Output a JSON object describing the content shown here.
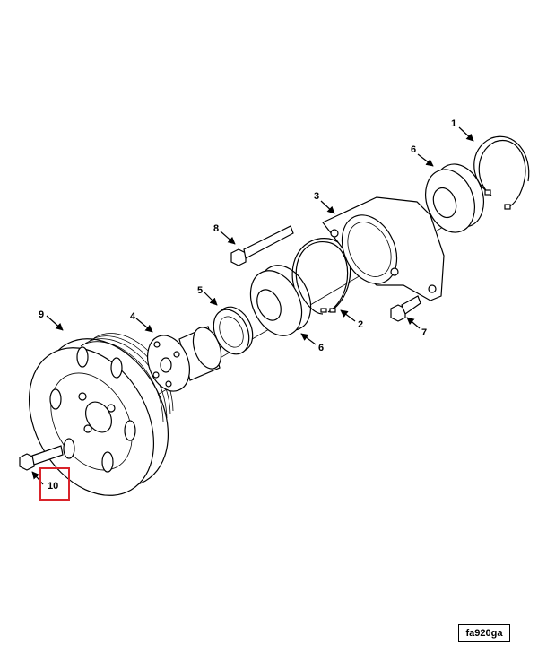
{
  "figure_id": "fa920ga",
  "callouts": [
    {
      "key": "c1",
      "label": "1"
    },
    {
      "key": "c2",
      "label": "2"
    },
    {
      "key": "c3",
      "label": "3"
    },
    {
      "key": "c4",
      "label": "4"
    },
    {
      "key": "c5",
      "label": "5"
    },
    {
      "key": "c6a",
      "label": "6"
    },
    {
      "key": "c6b",
      "label": "6"
    },
    {
      "key": "c7",
      "label": "7"
    },
    {
      "key": "c8",
      "label": "8"
    },
    {
      "key": "c9",
      "label": "9"
    },
    {
      "key": "c10",
      "label": "10"
    }
  ],
  "highlight": {
    "callout": "10",
    "color": "#d9232a"
  }
}
